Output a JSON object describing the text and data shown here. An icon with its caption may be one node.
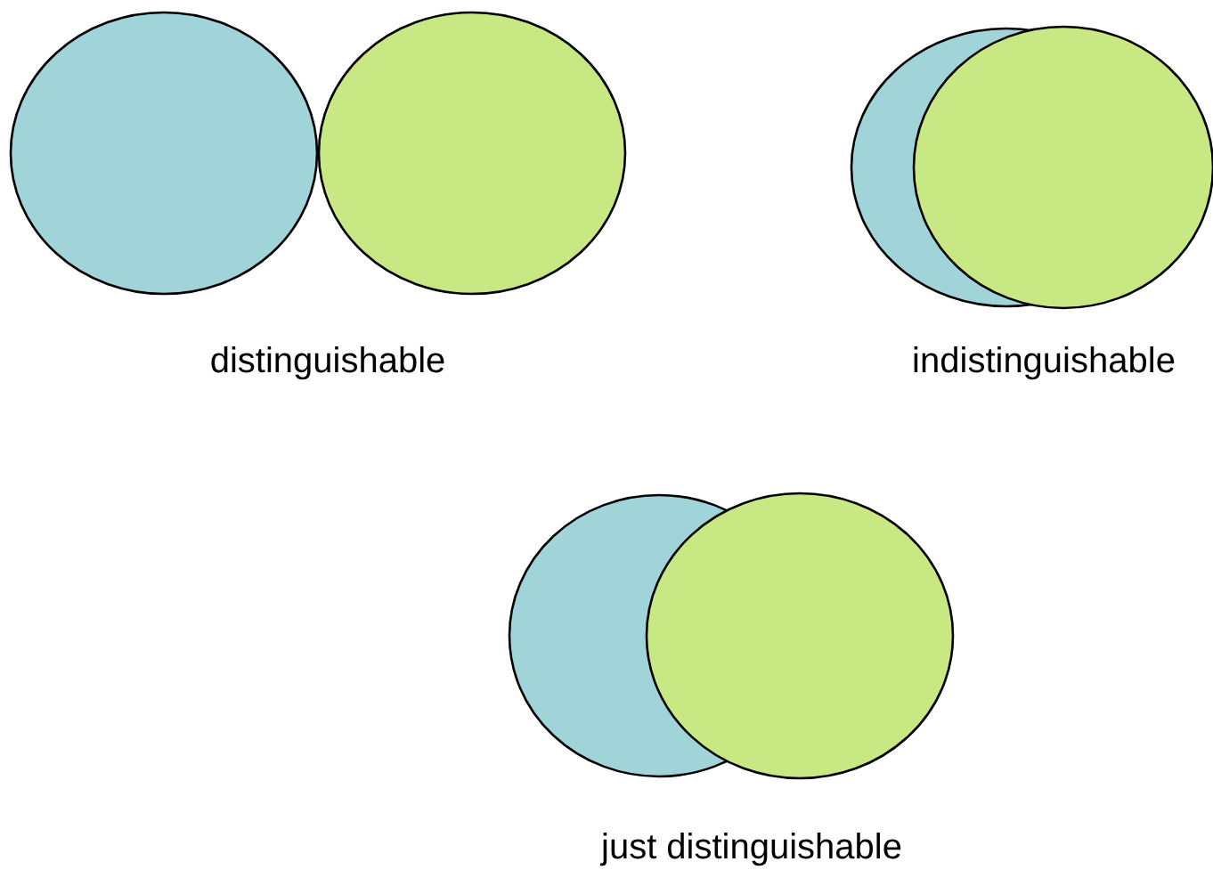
{
  "diagram": {
    "labels": [
      "distinguishable",
      "indistinguishable",
      "just distinguishable"
    ]
  }
}
